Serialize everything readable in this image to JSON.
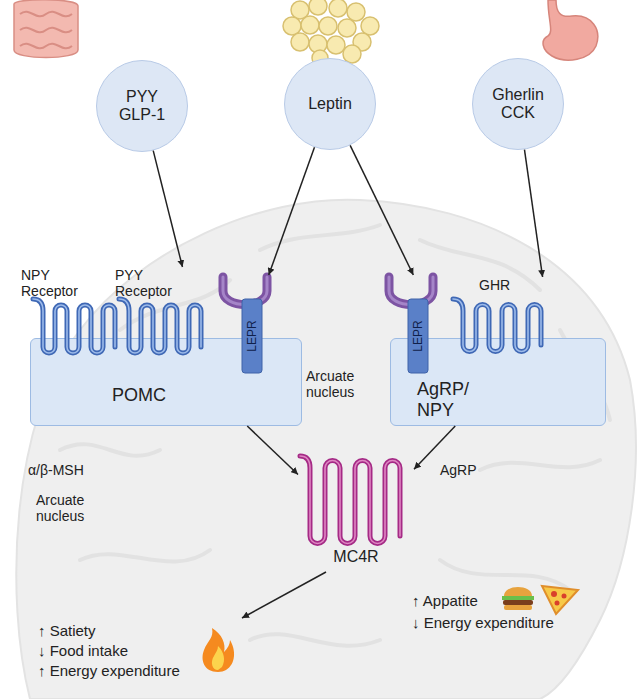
{
  "diagram": {
    "nodes": [
      {
        "text": [
          "PYY GLP-1"
        ]
      },
      {
        "text": [
          "Leptin"
        ]
      },
      {
        "text": [
          "Gherlin CCK"
        ]
      },
      {
        "text": [
          "POMC"
        ]
      },
      {
        "text": [
          "NPY Receptor"
        ],
        "in": 3
      },
      {
        "text": [
          "PYY Receptor"
        ],
        "in": 3
      },
      {
        "text": [
          "LEPR"
        ],
        "in": 3
      },
      {
        "text": [
          "AgRP/ NPY"
        ]
      },
      {
        "text": [
          "LEPR"
        ],
        "in": 7
      },
      {
        "text": [
          "GHR"
        ],
        "in": 7
      },
      {
        "text": [
          "MC4R"
        ]
      }
    ],
    "edges": [
      {
        "from": 0,
        "to": 5,
        "arrow": "to"
      },
      {
        "from": 1,
        "to": 6,
        "arrow": "to"
      },
      {
        "from": 1,
        "to": 8,
        "arrow": "to"
      },
      {
        "from": 2,
        "to": 9,
        "arrow": "to"
      },
      {
        "from": 3,
        "to": 10,
        "label": "α/β-MSH",
        "arrow": "to"
      },
      {
        "from": 7,
        "to": 10,
        "label": "AgRP",
        "arrow": "to"
      }
    ],
    "labels": [
      "Arcuate nucleus",
      "Arcuate nucleus",
      "↑ Satiety",
      "↓ Food intake",
      "↑ Energy expenditure",
      "↑ Appatite",
      "↓ Energy expenditure"
    ]
  }
}
